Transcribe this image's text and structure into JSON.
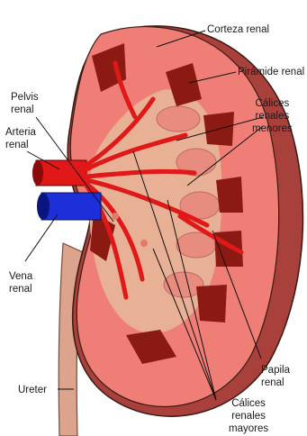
{
  "labels": {
    "corteza_renal": "Corteza renal",
    "piramide_renal": "Pirámide renal",
    "pelvis_renal": "Pelvis\nrenal",
    "arteria_renal": "Arteria\nrenal",
    "calices_menores": "Cálices\nrenales\nmenores",
    "vena_renal": "Vena\nrenal",
    "papila_renal": "Papila\nrenal",
    "ureter": "Ureter",
    "calices_mayores": "Cálices\nrenales\nmayores"
  },
  "colors": {
    "cortex": "#ef7f76",
    "cortex_shadow": "#a8403c",
    "pyramid": "#8b1a12",
    "pelvis": "#e8b094",
    "calyx": "#e88c80",
    "artery": "#e01818",
    "vein": "#1c2fd8",
    "ureter": "#dca48c",
    "leader": "#111111"
  }
}
